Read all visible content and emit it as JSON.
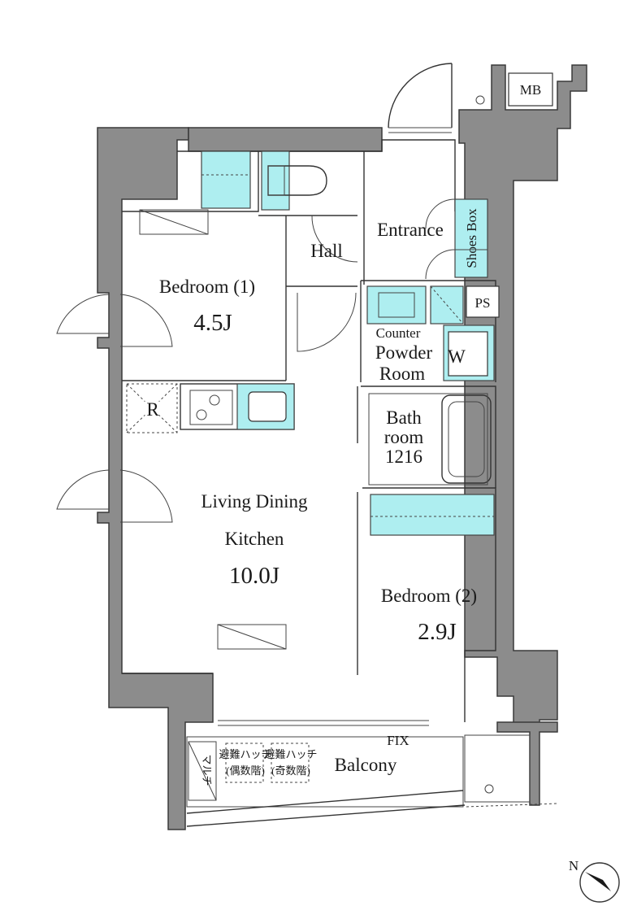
{
  "rooms": {
    "bedroom1": {
      "name": "Bedroom (1)",
      "area": "4.5J"
    },
    "ldk": {
      "name_line1": "Living Dining",
      "name_line2": "Kitchen",
      "area": "10.0J"
    },
    "bedroom2": {
      "name": "Bedroom (2)",
      "area": "2.9J"
    },
    "entrance": "Entrance",
    "hall": "Hall",
    "powder_room_line1": "Powder",
    "powder_room_line2": "Room",
    "bathroom_line1": "Bath",
    "bathroom_line2": "room",
    "bathroom_size": "1216",
    "balcony": "Balcony"
  },
  "fixtures": {
    "shoes_box": "Shoes Box",
    "counter": "Counter",
    "washer": "W",
    "ps": "PS",
    "mb": "MB",
    "refrigerator": "R",
    "fix_window": "FIX",
    "mulch": "マルチ",
    "hatch_even_line1": "避難ハッチ",
    "hatch_even_line2": "(偶数階)",
    "hatch_odd_line1": "避難ハッチ",
    "hatch_odd_line2": "(奇数階)"
  },
  "colors": {
    "wall": "#8c8c8c",
    "fixture_accent": "#aeeef0",
    "line": "#333333"
  },
  "compass": {
    "label": "N"
  }
}
